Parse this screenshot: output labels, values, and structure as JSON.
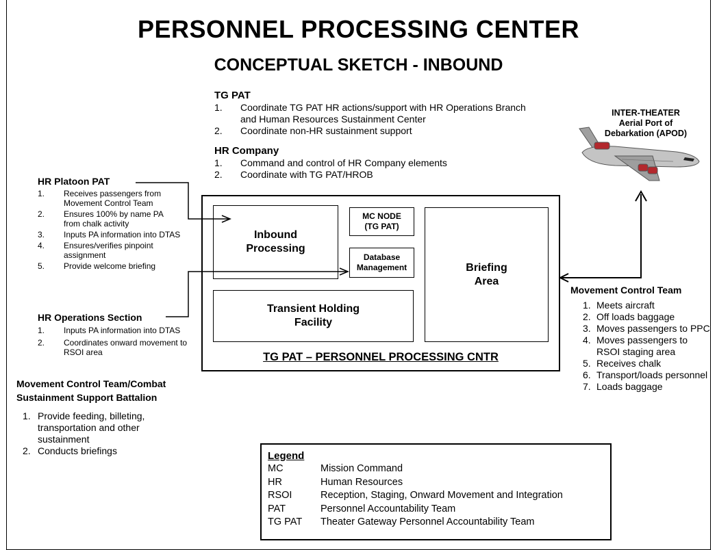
{
  "title": "PERSONNEL PROCESSING CENTER",
  "subtitle": "CONCEPTUAL SKETCH - INBOUND",
  "tgpat": {
    "heading": "TG PAT",
    "items": [
      {
        "num": "1.",
        "text": "Coordinate TG PAT HR actions/support with HR Operations Branch and Human Resources Sustainment Center"
      },
      {
        "num": "2.",
        "text": "Coordinate non-HR sustainment support"
      }
    ]
  },
  "hr_company": {
    "heading": "HR Company",
    "items": [
      {
        "num": "1.",
        "text": "Command and control of HR Company elements"
      },
      {
        "num": "2.",
        "text": "Coordinate with TG PAT/HROB"
      }
    ]
  },
  "apod_label": "INTER-THEATER\nAerial Port of\nDebarkation (APOD)",
  "hr_platoon": {
    "heading": "HR Platoon PAT",
    "items": [
      {
        "num": "1.",
        "text": "Receives passengers from Movement Control Team"
      },
      {
        "num": "2.",
        "text": "Ensures 100% by name PA from chalk activity"
      },
      {
        "num": "3.",
        "text": "Inputs PA information into DTAS"
      },
      {
        "num": "4.",
        "text": "Ensures/verifies pinpoint assignment"
      },
      {
        "num": "5.",
        "text": "Provide welcome briefing"
      }
    ]
  },
  "hr_ops": {
    "heading": "HR Operations Section",
    "items": [
      {
        "num": "1.",
        "text": "Inputs PA information into DTAS"
      },
      {
        "num": "2.",
        "text": "Coordinates onward movement to RSOI area"
      }
    ]
  },
  "mct_combat": {
    "heading": "Movement Control Team/Combat Sustainment Support Battalion",
    "items": [
      {
        "num": "1.",
        "text": "Provide feeding, billeting, transportation and other sustainment"
      },
      {
        "num": "2.",
        "text": "Conducts briefings"
      }
    ]
  },
  "mct": {
    "heading": "Movement Control Team",
    "items": [
      {
        "num": "1.",
        "text": "Meets aircraft"
      },
      {
        "num": "2.",
        "text": "Off loads baggage"
      },
      {
        "num": "3.",
        "text": "Moves passengers to PPC"
      },
      {
        "num": "4.",
        "text": "Moves passengers to RSOI staging area"
      },
      {
        "num": "5.",
        "text": "Receives chalk"
      },
      {
        "num": "6.",
        "text": "Transport/loads personnel"
      },
      {
        "num": "7.",
        "text": "Loads baggage"
      }
    ]
  },
  "facility": {
    "inbound": "Inbound Processing",
    "mc_node": "MC NODE (TG PAT)",
    "database": "Database Management",
    "briefing": "Briefing Area",
    "transient": "Transient Holding Facility",
    "caption": "TG PAT – PERSONNEL PROCESSING CNTR"
  },
  "legend": {
    "heading": "Legend",
    "rows": [
      {
        "abbr": "MC",
        "def": "Mission Command"
      },
      {
        "abbr": "HR",
        "def": "Human Resources"
      },
      {
        "abbr": "RSOI",
        "def": "Reception, Staging, Onward Movement and Integration"
      },
      {
        "abbr": "PAT",
        "def": "Personnel Accountability Team"
      },
      {
        "abbr": "TG PAT",
        "def": "Theater Gateway Personnel Accountability Team"
      }
    ]
  }
}
